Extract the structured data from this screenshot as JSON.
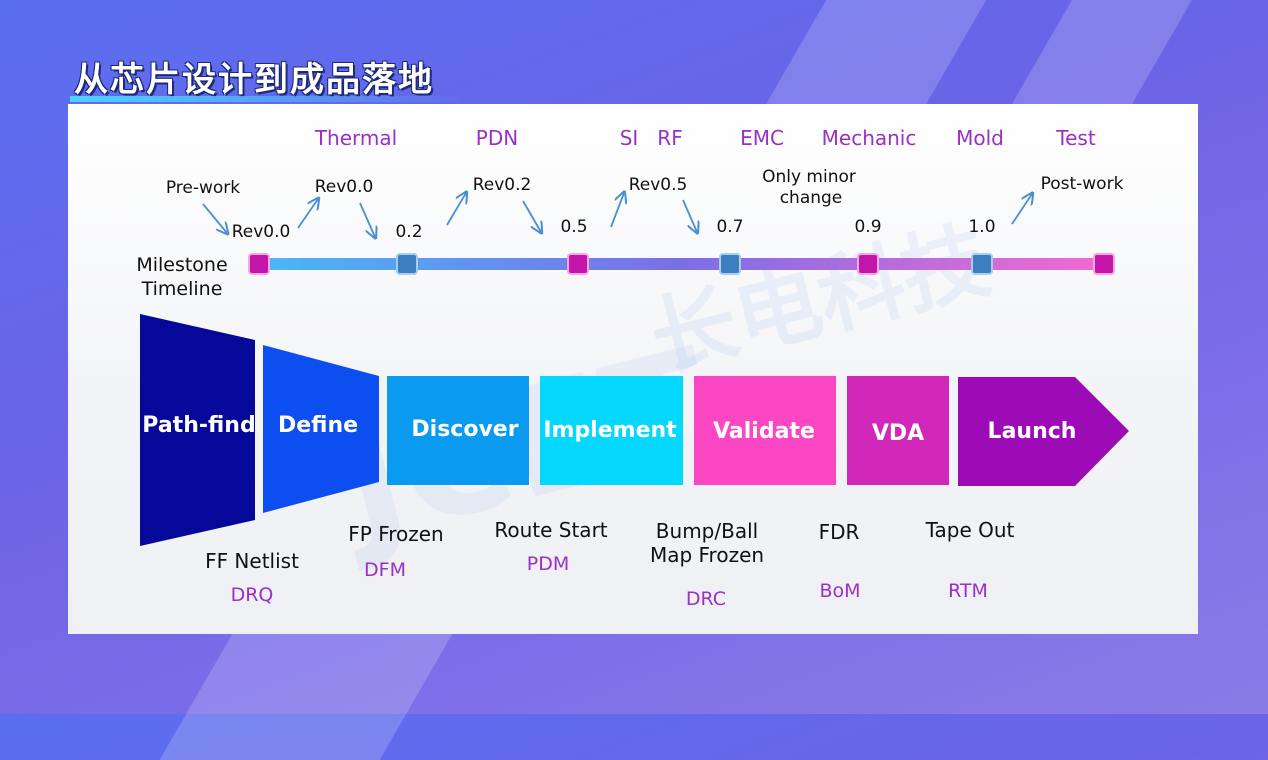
{
  "title": "从芯片设计到成品落地",
  "colors": {
    "accent_purple": "#9b30c8",
    "text_dark": "#111111",
    "arrow_blue": "#4a8fd4",
    "milestone_magenta": "#c316a8",
    "milestone_blue": "#3b7fc0"
  },
  "top_labels": [
    "Thermal",
    "PDN",
    "SI",
    "RF",
    "EMC",
    "Mechanic",
    "Mold",
    "Test"
  ],
  "transitions": [
    "Pre-work",
    "Rev0.0",
    "Rev0.2",
    "Rev0.5",
    "Only minor",
    "change",
    "Post-work"
  ],
  "milestone_timeline": {
    "label_line1": "Milestone",
    "label_line2": "Timeline",
    "milestones": [
      {
        "label": "Rev0.0",
        "kind": "magenta"
      },
      {
        "label": "0.2",
        "kind": "blue"
      },
      {
        "label": "0.5",
        "kind": "magenta"
      },
      {
        "label": "0.7",
        "kind": "blue"
      },
      {
        "label": "0.9",
        "kind": "magenta"
      },
      {
        "label": "1.0",
        "kind": "blue"
      },
      {
        "label": "",
        "kind": "magenta"
      }
    ]
  },
  "phases": [
    {
      "label": "Path-find",
      "color": "#06089a"
    },
    {
      "label": "Define",
      "color": "#0d4ef0"
    },
    {
      "label": "Discover",
      "color": "#0a9bf0"
    },
    {
      "label": "Implement",
      "color": "#04d8ff"
    },
    {
      "label": "Validate",
      "color": "#fb47c3"
    },
    {
      "label": "VDA",
      "color": "#d228b9"
    },
    {
      "label": "Launch",
      "color": "#9d0bb6"
    }
  ],
  "gates": [
    {
      "lines": [
        "FF Netlist"
      ],
      "code": "DRQ"
    },
    {
      "lines": [
        "FP Frozen"
      ],
      "code": "DFM"
    },
    {
      "lines": [
        "Route Start"
      ],
      "code": "PDM"
    },
    {
      "lines": [
        "Bump/Ball",
        "Map Frozen"
      ],
      "code": "DRC"
    },
    {
      "lines": [
        "FDR"
      ],
      "code": "BoM"
    },
    {
      "lines": [
        "Tape Out"
      ],
      "code": "RTM"
    }
  ],
  "watermark": {
    "text1": "JCET",
    "text2": "长电科技"
  }
}
